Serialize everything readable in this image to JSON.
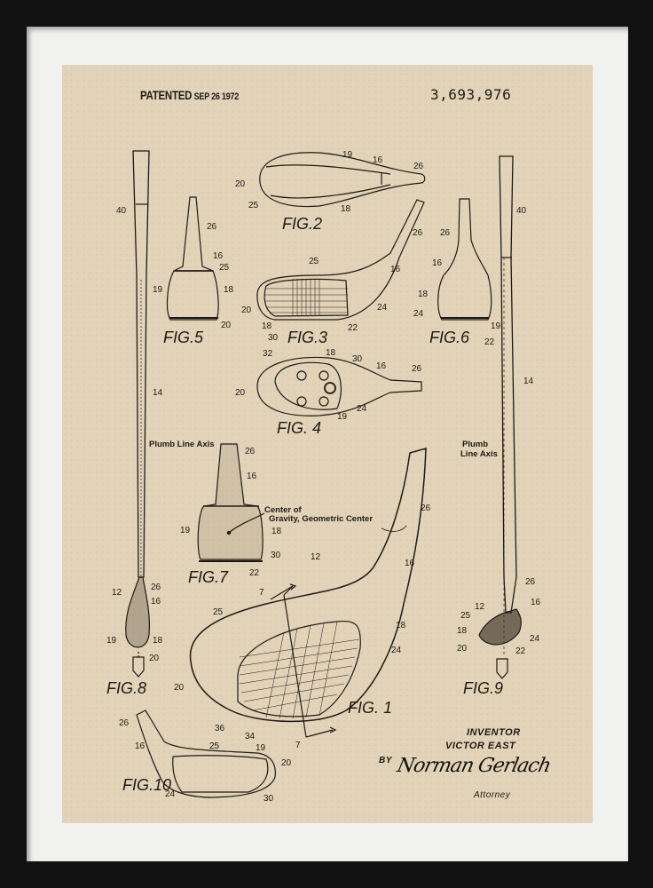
{
  "patent": {
    "patented_label": "PATENTED",
    "date": "SEP 26 1972",
    "number": "3,693,976"
  },
  "figures": [
    {
      "id": "fig1",
      "label": "FIG. 1",
      "refs": [
        "7",
        "7",
        "12",
        "16",
        "18",
        "20",
        "24",
        "25",
        "26",
        "34",
        "36"
      ]
    },
    {
      "id": "fig2",
      "label": "FIG.2",
      "refs": [
        "16",
        "18",
        "19",
        "20",
        "25",
        "26"
      ]
    },
    {
      "id": "fig3",
      "label": "FIG.3",
      "refs": [
        "16",
        "18",
        "20",
        "22",
        "24",
        "25",
        "26",
        "30"
      ]
    },
    {
      "id": "fig4",
      "label": "FIG. 4",
      "refs": [
        "16",
        "18",
        "19",
        "20",
        "24",
        "26",
        "30",
        "32"
      ]
    },
    {
      "id": "fig5",
      "label": "FIG.5",
      "refs": [
        "16",
        "18",
        "19",
        "20",
        "25",
        "26"
      ]
    },
    {
      "id": "fig6",
      "label": "FIG.6",
      "refs": [
        "16",
        "18",
        "19",
        "22",
        "24",
        "26"
      ]
    },
    {
      "id": "fig7",
      "label": "FIG.7",
      "refs": [
        "16",
        "18",
        "19",
        "22",
        "26",
        "30"
      ],
      "note": [
        "Center of",
        "Gravity, Geometric Center"
      ]
    },
    {
      "id": "fig8",
      "label": "FIG.8",
      "refs": [
        "12",
        "14",
        "16",
        "18",
        "19",
        "20",
        "26",
        "40"
      ],
      "note": [
        "Plumb Line Axis"
      ]
    },
    {
      "id": "fig9",
      "label": "FIG.9",
      "refs": [
        "12",
        "14",
        "16",
        "18",
        "20",
        "22",
        "24",
        "25",
        "26",
        "40"
      ],
      "note": [
        "Plumb",
        "Line Axis"
      ]
    },
    {
      "id": "fig10",
      "label": "FIG.10",
      "refs": [
        "16",
        "19",
        "20",
        "24",
        "25",
        "26",
        "30"
      ]
    }
  ],
  "inventor": {
    "heading": "INVENTOR",
    "name": "VICTOR EAST",
    "by": "BY",
    "signature": "Norman Gerlach",
    "role": "Attorney"
  },
  "colors": {
    "frame": "#111111",
    "mat": "#f1f1ef",
    "paper": "#e2d2b7",
    "ink": "#1d1a16"
  }
}
